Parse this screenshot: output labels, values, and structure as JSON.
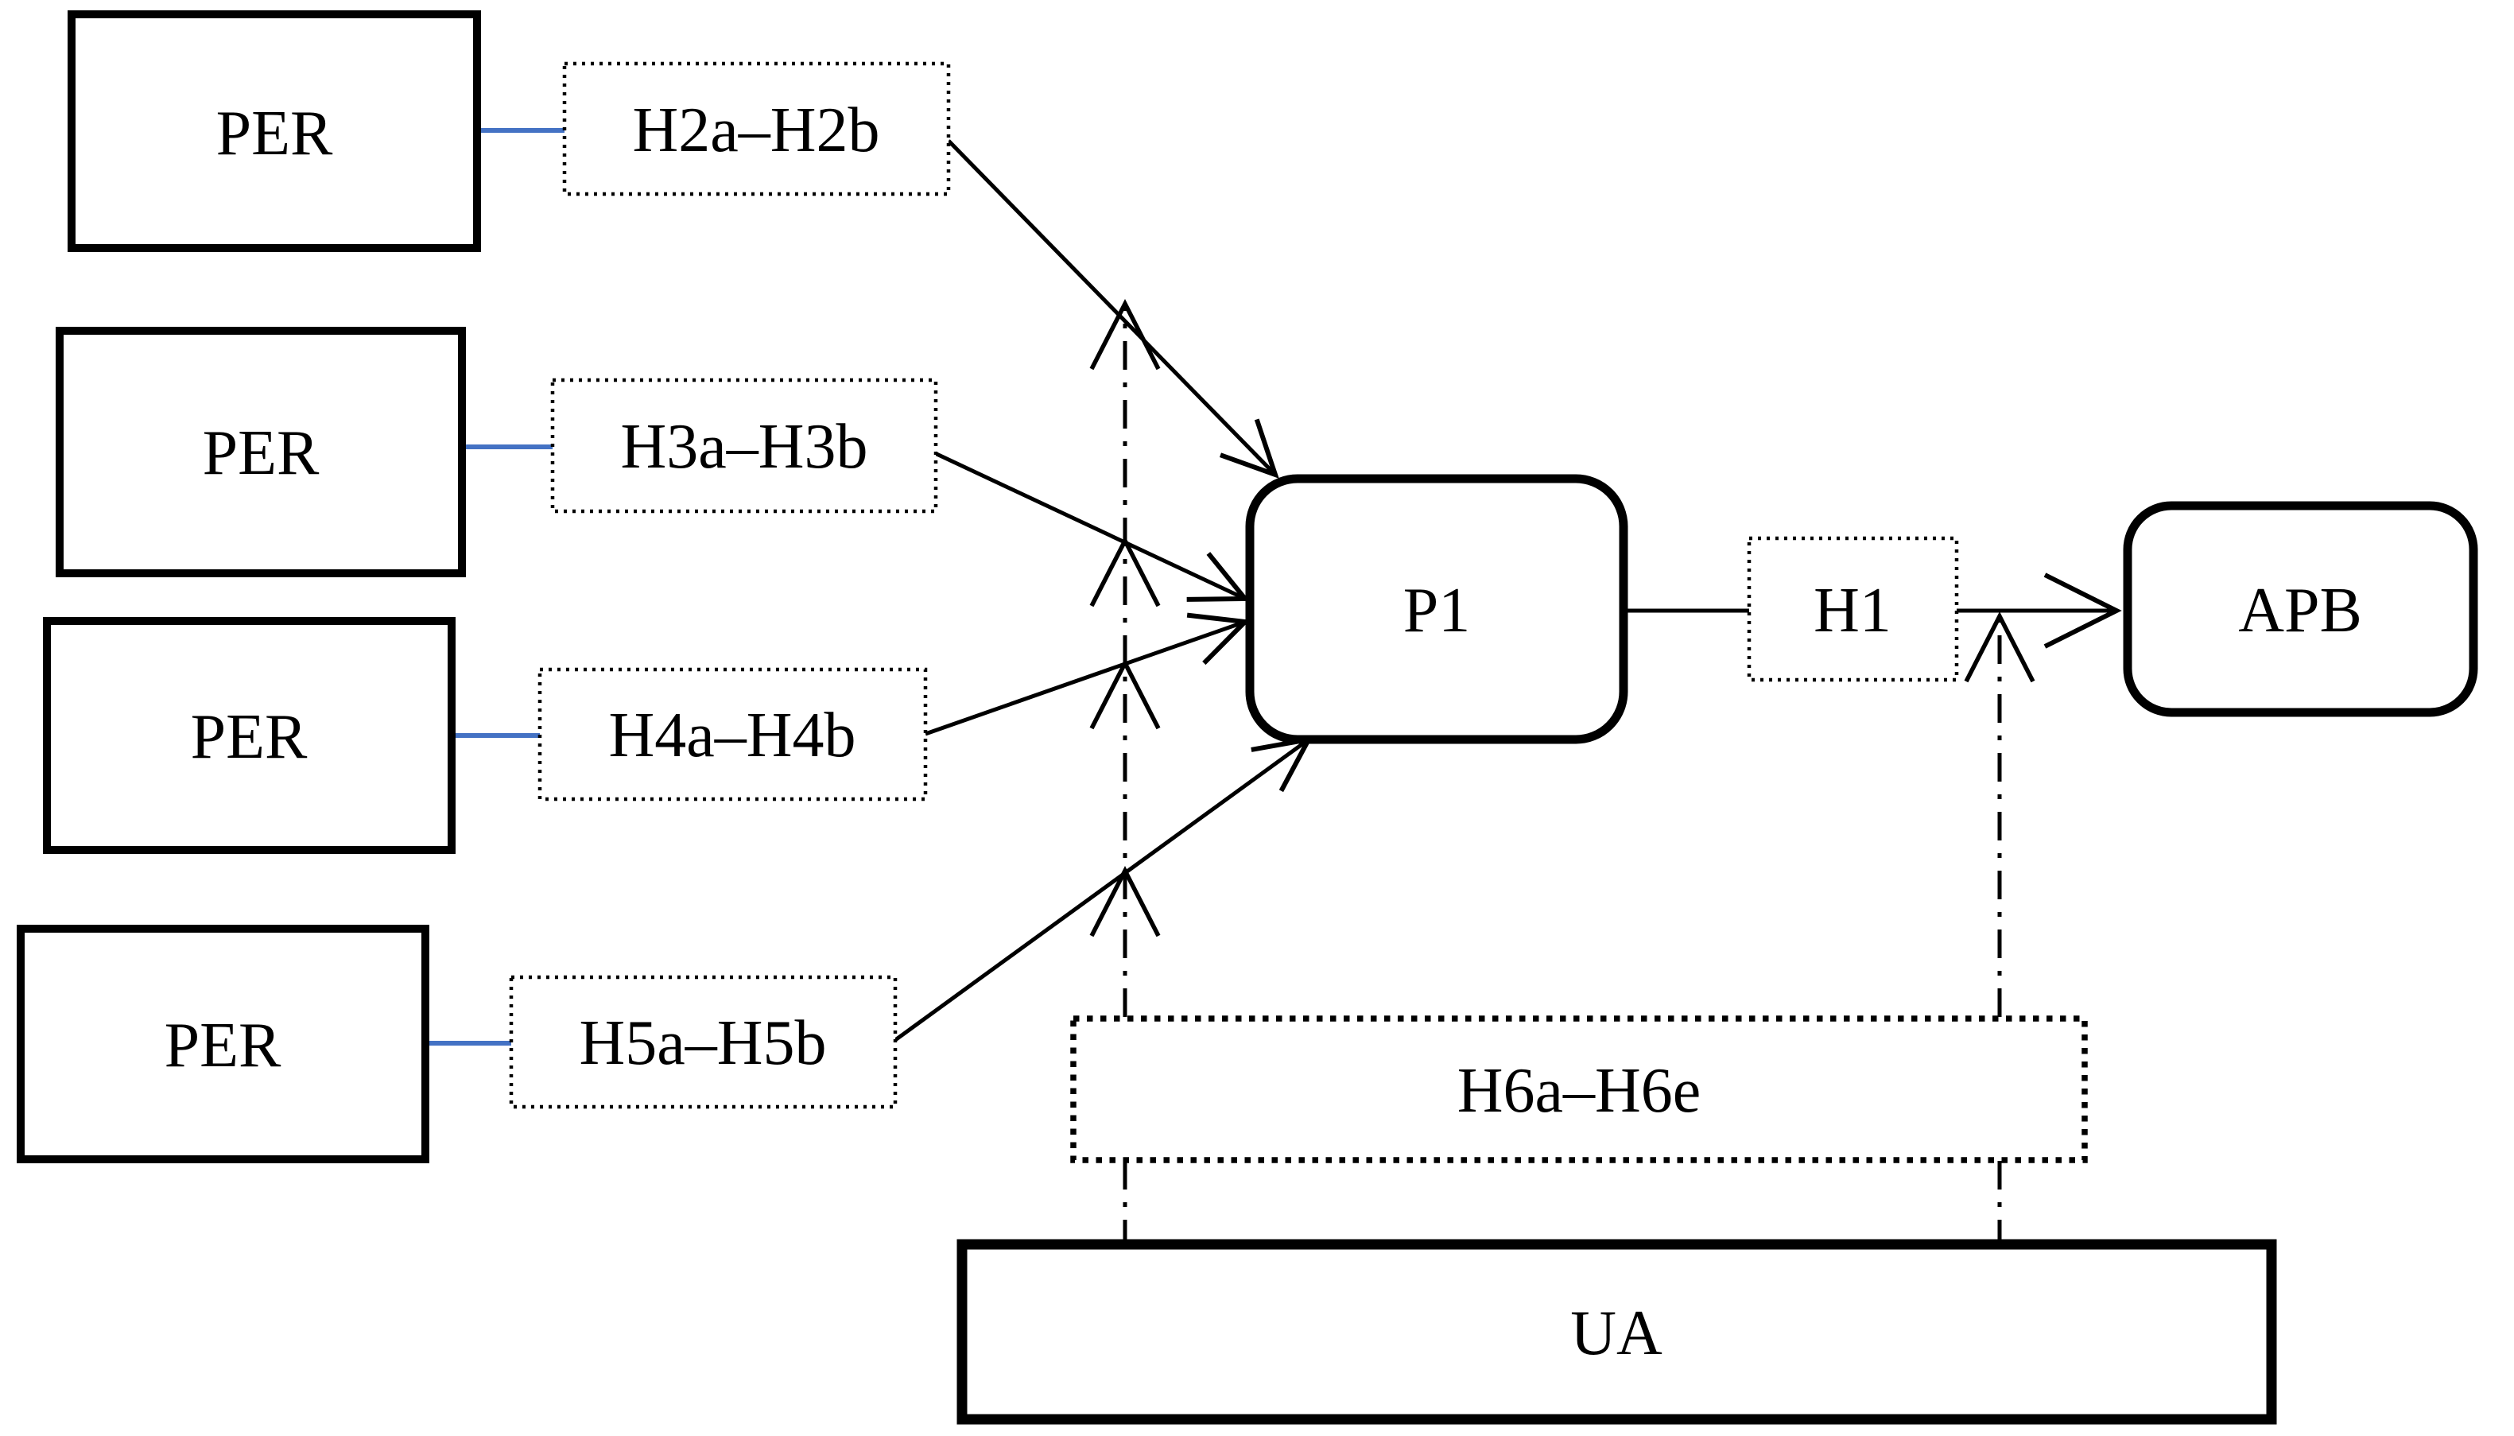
{
  "diagram": {
    "type": "hypothesis-path-model",
    "predictors": [
      {
        "id": "per1",
        "label": "PER"
      },
      {
        "id": "per2",
        "label": "PER"
      },
      {
        "id": "per3",
        "label": "PER"
      },
      {
        "id": "per4",
        "label": "PER"
      }
    ],
    "mediator": {
      "label": "P1"
    },
    "outcome": {
      "label": "APB"
    },
    "moderator": {
      "label": "UA"
    },
    "hypotheses": {
      "h1": {
        "label": "H1"
      },
      "h2": {
        "label": "H2a–H2b"
      },
      "h3": {
        "label": "H3a–H3b"
      },
      "h4": {
        "label": "H4a–H4b"
      },
      "h5": {
        "label": "H5a–H5b"
      },
      "h6": {
        "label": "H6a–H6e"
      }
    },
    "colors": {
      "line": "#000000",
      "connector": "#4472C4",
      "background": "#FFFFFF"
    }
  }
}
